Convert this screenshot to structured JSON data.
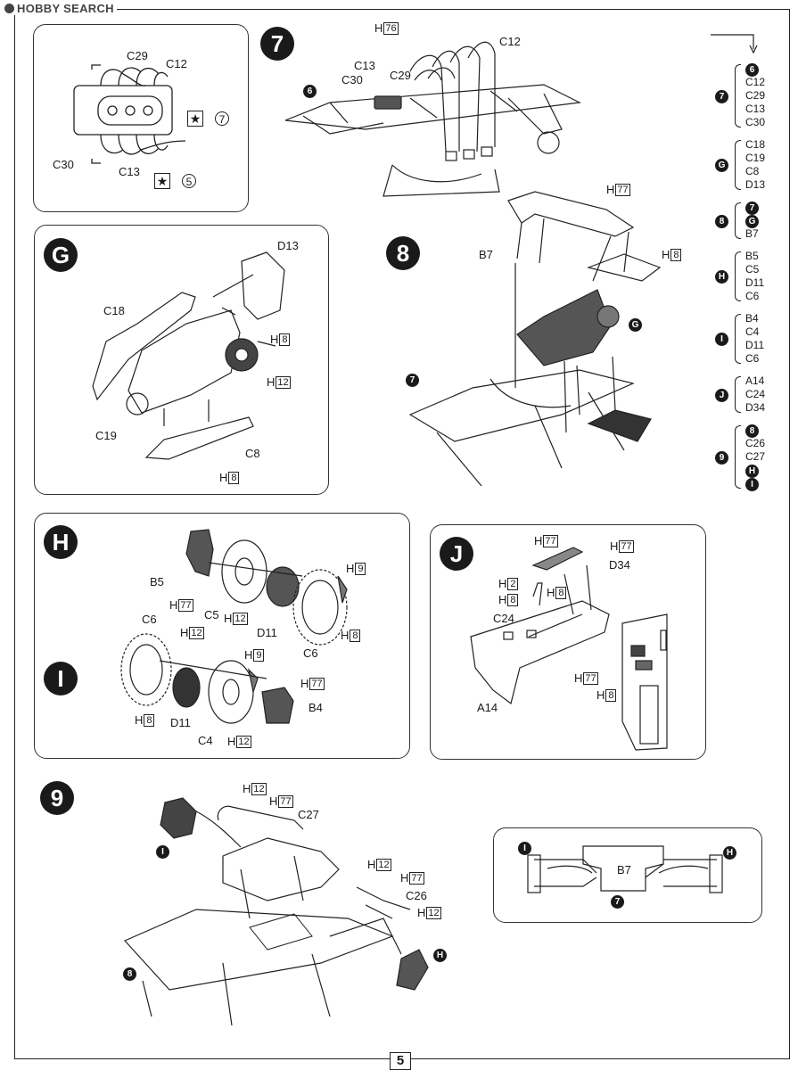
{
  "watermark": "HOBBY SEARCH",
  "page_number": "5",
  "steps": {
    "s7": "7",
    "s8": "8",
    "s9": "9",
    "sG": "G",
    "sH": "H",
    "sI": "I",
    "sJ": "J"
  },
  "panel_engine": {
    "labels": {
      "c29": "C29",
      "c12": "C12",
      "c30": "C30",
      "c13": "C13"
    },
    "ref7": "7",
    "ref5": "5"
  },
  "step7": {
    "h76": "76",
    "c12": "C12",
    "c13": "C13",
    "c29": "C29",
    "c30": "C30",
    "ref6": "6"
  },
  "panelG": {
    "d13": "D13",
    "c18": "C18",
    "c19": "C19",
    "c8": "C8",
    "h8a": "8",
    "h12": "12",
    "h8b": "8"
  },
  "step8": {
    "h77": "77",
    "b7": "B7",
    "h8": "8",
    "refG": "G",
    "ref7": "7"
  },
  "panelH": {
    "b5": "B5",
    "h77": "77",
    "c5": "C5",
    "h12a": "12",
    "d11": "D11",
    "h9": "9",
    "h8": "8",
    "c6": "C6"
  },
  "panelI": {
    "c6": "C6",
    "h12a": "12",
    "h8": "8",
    "d11": "D11",
    "h9": "9",
    "h77": "77",
    "b4": "B4",
    "c4": "C4",
    "h12b": "12"
  },
  "panelJ": {
    "h77a": "77",
    "h77b": "77",
    "h2": "2",
    "h8a": "8",
    "d34": "D34",
    "h8b": "8",
    "c24": "C24",
    "a14": "A14",
    "h77c": "77",
    "h8c": "8"
  },
  "step9": {
    "h12a": "12",
    "h77a": "77",
    "c27": "C27",
    "h12b": "12",
    "h77b": "77",
    "c26": "C26",
    "h12c": "12",
    "refI": "I",
    "refH": "H",
    "ref8": "8"
  },
  "panelRear": {
    "b7": "B7",
    "refI": "I",
    "refH": "H",
    "ref7": "7"
  },
  "h_prefix": "H",
  "index": [
    {
      "step": "7",
      "items": [
        {
          "type": "step",
          "v": "6"
        },
        {
          "type": "text",
          "v": "C12"
        },
        {
          "type": "text",
          "v": "C29"
        },
        {
          "type": "text",
          "v": "C13"
        },
        {
          "type": "text",
          "v": "C30"
        }
      ]
    },
    {
      "step": "G",
      "items": [
        {
          "type": "text",
          "v": "C18"
        },
        {
          "type": "text",
          "v": "C19"
        },
        {
          "type": "text",
          "v": "C8"
        },
        {
          "type": "text",
          "v": "D13"
        }
      ]
    },
    {
      "step": "8",
      "items": [
        {
          "type": "step",
          "v": "7"
        },
        {
          "type": "step",
          "v": "G"
        },
        {
          "type": "text",
          "v": "B7"
        }
      ]
    },
    {
      "step": "H",
      "items": [
        {
          "type": "text",
          "v": "B5"
        },
        {
          "type": "text",
          "v": "C5"
        },
        {
          "type": "text",
          "v": "D11"
        },
        {
          "type": "text",
          "v": "C6"
        }
      ]
    },
    {
      "step": "I",
      "items": [
        {
          "type": "text",
          "v": "B4"
        },
        {
          "type": "text",
          "v": "C4"
        },
        {
          "type": "text",
          "v": "D11"
        },
        {
          "type": "text",
          "v": "C6"
        }
      ]
    },
    {
      "step": "J",
      "items": [
        {
          "type": "text",
          "v": "A14"
        },
        {
          "type": "text",
          "v": "C24"
        },
        {
          "type": "text",
          "v": "D34"
        }
      ]
    },
    {
      "step": "9",
      "items": [
        {
          "type": "step",
          "v": "8"
        },
        {
          "type": "text",
          "v": "C26"
        },
        {
          "type": "text",
          "v": "C27"
        },
        {
          "type": "step",
          "v": "H"
        },
        {
          "type": "step",
          "v": "I"
        }
      ]
    }
  ]
}
